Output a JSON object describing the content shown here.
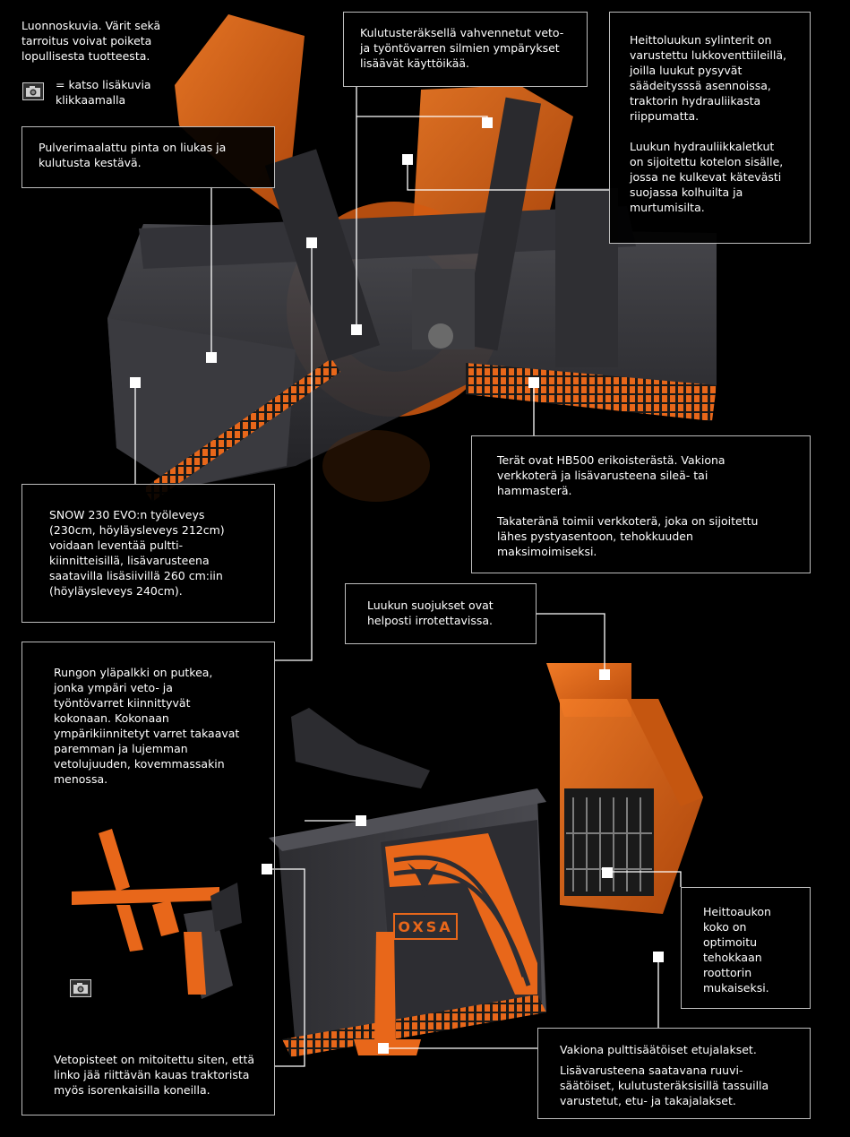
{
  "notice": {
    "disclaimer": "Luonnoskuvia. Värit sekä tarroitus voivat poiketa lopullisesta tuotteesta.",
    "legend": "= katso lisäkuvia klikkaamalla"
  },
  "callouts": {
    "surface": "Pulverimaalattu pinta on liukas ja kulutusta kestävä.",
    "arms": "Kulutusteräksellä vahvennetut veto- ja työntövarren silmien ympärykset lisäävät käyttöikää.",
    "cylinders": [
      "Heittoluukun sylinterit on varustettu lukkoventtiileillä, joilla luukut pysyvät säädeitysssä asennoissa, traktorin hydrauliikasta riippumatta.",
      "Luukun hydrauliikkaletkut on sijoitettu kotelon sisälle, jossa ne kulkevat kätevästi suojassa kolhuilta ja murtumisilta."
    ],
    "blades": [
      "Terät ovat HB500 erikoisterästä. Vakiona verkkoterä ja lisävarusteena sileä- tai hammasterä.",
      "Takateränä toimii verkkoterä, joka on sijoitettu lähes pystyasentoon, tehokkuuden maksimoimiseksi."
    ],
    "width": "SNOW 230 EVO:n työleveys (230cm, höyläysleveys 212cm) voidaan leventää pultti-kiinnitteisillä, lisävarusteena saatavilla lisäsiivillä 260 cm:iin (höyläysleveys 240cm).",
    "guards": "Luukun suojukset ovat helposti irrotettavissa.",
    "frame": "Rungon yläpalkki on putkea, jonka ympäri veto- ja työntövarret kiinnittyvät kokonaan. Kokonaan ympärikiinnitetyt varret takaavat paremman ja lujemman vetolujuuden, kovemmassakin menossa.",
    "hitch": "Vetopisteet on mitoitettu siten, että linko jää riittävän kauas traktorista myös isorenkaisilla koneilla.",
    "outlet": "Heittoaukon koko on optimoitu tehokkaan roottorin mukaiseksi.",
    "legs": [
      "Vakiona pulttisäätöiset etujalakset.",
      "Lisävarusteena saatavana ruuvi-säätöiset, kulutusteräksisillä tassuilla varustetut, etu- ja takajalakset."
    ]
  },
  "brand": {
    "logo_text": "OXSA"
  },
  "colors": {
    "orange": "#e8671a",
    "body": "#3a3a3e",
    "background": "#000000",
    "line": "#ffffff"
  }
}
